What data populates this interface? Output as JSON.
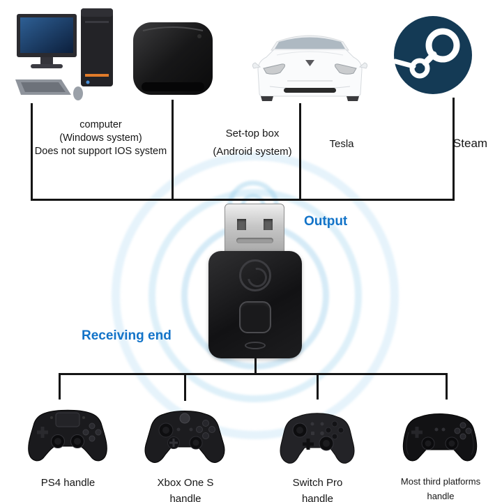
{
  "title": "Bluetooth receiver compatibility diagram",
  "colors": {
    "accent_blue": "#1273c8",
    "line_black": "#141414",
    "ring_blue": "#bfe0f2",
    "steam_navy": "#143a55"
  },
  "top_devices": [
    {
      "id": "computer",
      "icon": "desktop-computer-icon",
      "label_lines": [
        "computer",
        "(Windows system)",
        "Does not support IOS system"
      ]
    },
    {
      "id": "set-top-box",
      "icon": "set-top-box-icon",
      "label_lines": [
        "Set-top box",
        "(Android system)"
      ]
    },
    {
      "id": "tesla",
      "icon": "tesla-car-icon",
      "label_lines": [
        "Tesla"
      ]
    },
    {
      "id": "steam",
      "icon": "steam-logo-icon",
      "label_lines": [
        "Steam"
      ]
    }
  ],
  "receiver": {
    "output_label": "Output",
    "receiving_label": "Receiving end",
    "device": "usb-bluetooth-dongle"
  },
  "bottom_devices": [
    {
      "id": "ps4",
      "icon": "ps4-controller-icon",
      "label_lines": [
        "PS4 handle"
      ]
    },
    {
      "id": "xbox-one-s",
      "icon": "xbox-controller-icon",
      "label_lines": [
        "Xbox One S",
        "handle"
      ]
    },
    {
      "id": "switch-pro",
      "icon": "switch-pro-controller-icon",
      "label_lines": [
        "Switch Pro",
        "handle"
      ]
    },
    {
      "id": "third-party",
      "icon": "generic-controller-icon",
      "label_lines": [
        "Most third platforms",
        "handle"
      ]
    }
  ]
}
